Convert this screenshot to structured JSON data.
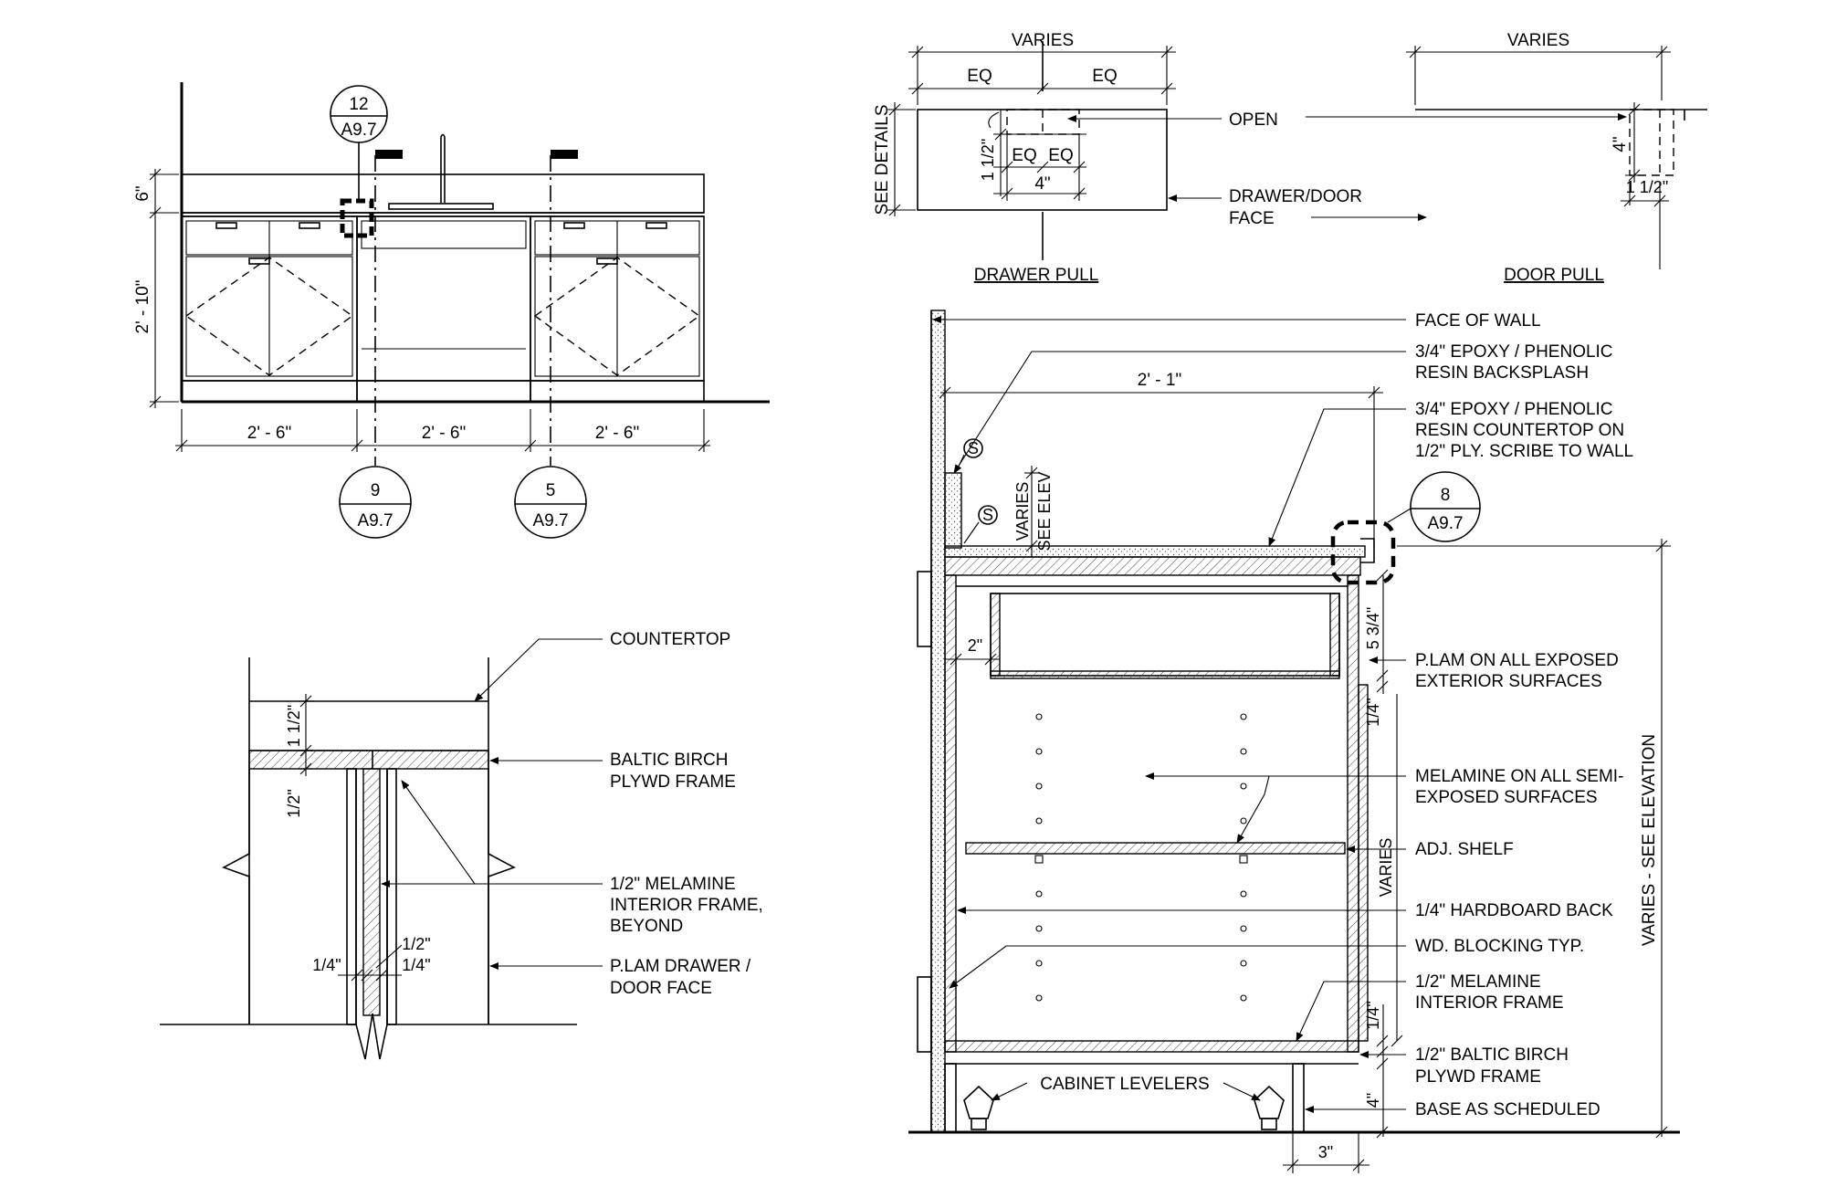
{
  "elevation": {
    "dim_height_splash": "6\"",
    "dim_height_base": "2' - 10\"",
    "dim_width_1": "2' - 6\"",
    "dim_width_2": "2' - 6\"",
    "dim_width_3": "2' - 6\"",
    "callout_top": {
      "num": "12",
      "sheet": "A9.7"
    },
    "callout_9": {
      "num": "9",
      "sheet": "A9.7"
    },
    "callout_5": {
      "num": "5",
      "sheet": "A9.7"
    }
  },
  "drawer_pull": {
    "dim_varies": "VARIES",
    "dim_eq_left": "EQ",
    "dim_eq_right": "EQ",
    "dim_see_details": "SEE DETAILS",
    "dim_1_5": "1 1/2\"",
    "dim_eq_a": "EQ",
    "dim_eq_b": "EQ",
    "dim_4": "4\"",
    "label_open": "OPEN",
    "label_face_1": "DRAWER/DOOR",
    "label_face_2": "FACE",
    "title": "DRAWER PULL"
  },
  "door_pull": {
    "dim_varies": "VARIES",
    "dim_4": "4\"",
    "dim_1_5": "1 1/2\"",
    "title": "DOOR PULL"
  },
  "joint_detail": {
    "label_countertop": "COUNTERTOP",
    "label_baltic_1": "BALTIC BIRCH",
    "label_baltic_2": "PLYWD FRAME",
    "label_mel_1": "1/2\" MELAMINE",
    "label_mel_2": "INTERIOR FRAME,",
    "label_mel_3": "BEYOND",
    "label_plam_1": "P.LAM DRAWER /",
    "label_plam_2": "DOOR FACE",
    "dim_1_5": "1 1/2\"",
    "dim_half": "1/2\"",
    "dim_half_b": "1/2\"",
    "dim_quarter_l": "1/4\"",
    "dim_quarter_r": "1/4\""
  },
  "section": {
    "label_face_wall": "FACE OF WALL",
    "label_backsplash_1": "3/4\" EPOXY / PHENOLIC",
    "label_backsplash_2": "RESIN BACKSPLASH",
    "label_counter_1": "3/4\" EPOXY / PHENOLIC",
    "label_counter_2": "RESIN COUNTERTOP ON",
    "label_counter_3": "1/2\" PLY. SCRIBE TO WALL",
    "label_plam_1": "P.LAM ON ALL EXPOSED",
    "label_plam_2": "EXTERIOR SURFACES",
    "label_melamine_1": "MELAMINE ON ALL SEMI-",
    "label_melamine_2": "EXPOSED SURFACES",
    "label_shelf": "ADJ. SHELF",
    "label_hardboard": "1/4\" HARDBOARD BACK",
    "label_blocking": "WD. BLOCKING TYP.",
    "label_mel_frame_1": "1/2\" MELAMINE",
    "label_mel_frame_2": "INTERIOR FRAME",
    "label_baltic_1": "1/2\" BALTIC BIRCH",
    "label_baltic_2": "PLYWD FRAME",
    "label_base": "BASE AS SCHEDULED",
    "label_levelers": "CABINET LEVELERS",
    "dim_depth": "2' - 1\"",
    "dim_varies_elev": "VARIES",
    "dim_see_elev": "SEE ELEV",
    "dim_2": "2\"",
    "dim_5_75": "5 3/4\"",
    "dim_quarter_a": "1/4\"",
    "dim_quarter_b": "1/4\"",
    "dim_varies": "VARIES",
    "dim_varies_see_elevation": "VARIES - SEE ELEVATION",
    "dim_4": "4\"",
    "dim_3": "3\"",
    "sealant_mark": "S",
    "callout_8": {
      "num": "8",
      "sheet": "A9.7"
    }
  }
}
